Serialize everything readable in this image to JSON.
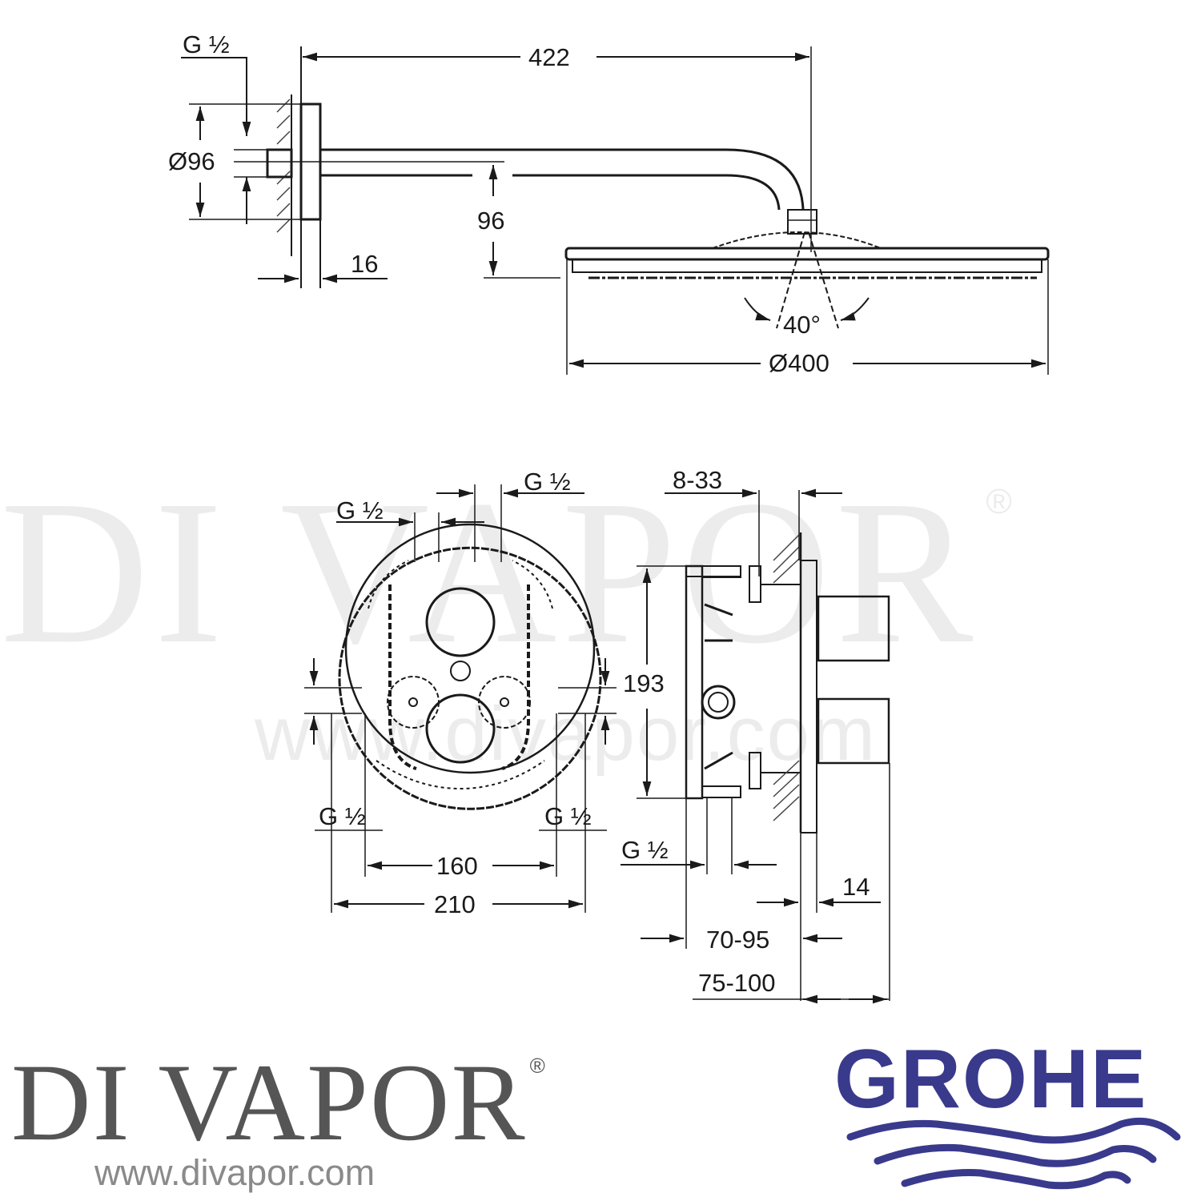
{
  "watermark": {
    "brand": "DI VAPOR",
    "registered": "®",
    "url": "www.divapor.com"
  },
  "top_view": {
    "labels": {
      "thread_inlet": "G ½",
      "arm_length": "422",
      "flange_diameter": "Ø96",
      "drop_height": "96",
      "flange_depth": "16",
      "spray_angle": "40°",
      "head_diameter": "Ø400"
    }
  },
  "front_view": {
    "labels": {
      "thread_top_left": "G ½",
      "thread_top_right": "G ½",
      "thread_bottom_left": "G ½",
      "thread_bottom_right": "G ½",
      "inner_spacing": "160",
      "outer_width": "210"
    }
  },
  "side_view": {
    "labels": {
      "wall_range": "8-33",
      "height": "193",
      "thread_outlet": "G ½",
      "trim_depth": "14",
      "install_depth_min": "70-95",
      "install_depth_max": "75-100"
    }
  },
  "logos": {
    "divapor": {
      "name": "DI VAPOR",
      "registered": "®",
      "url": "www.divapor.com",
      "color": "#555555"
    },
    "grohe": {
      "name": "GROHE",
      "color": "#393a8c"
    }
  }
}
